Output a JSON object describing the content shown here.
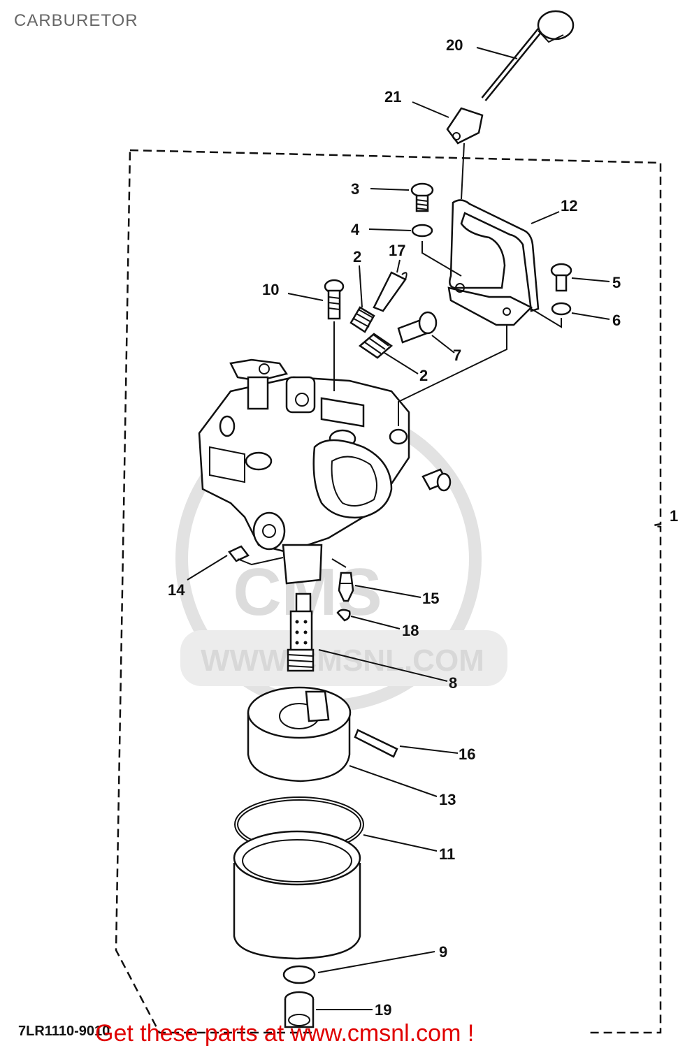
{
  "page": {
    "title": "CARBURETOR"
  },
  "diagram": {
    "callouts": [
      {
        "id": "20",
        "label": "20"
      },
      {
        "id": "21",
        "label": "21"
      },
      {
        "id": "3",
        "label": "3"
      },
      {
        "id": "4",
        "label": "4"
      },
      {
        "id": "12",
        "label": "12"
      },
      {
        "id": "2a",
        "label": "2"
      },
      {
        "id": "17",
        "label": "17"
      },
      {
        "id": "10",
        "label": "10"
      },
      {
        "id": "5",
        "label": "5"
      },
      {
        "id": "6",
        "label": "6"
      },
      {
        "id": "7",
        "label": "7"
      },
      {
        "id": "2b",
        "label": "2"
      },
      {
        "id": "1",
        "label": "1"
      },
      {
        "id": "14",
        "label": "14"
      },
      {
        "id": "15",
        "label": "15"
      },
      {
        "id": "18",
        "label": "18"
      },
      {
        "id": "8",
        "label": "8"
      },
      {
        "id": "16",
        "label": "16"
      },
      {
        "id": "13",
        "label": "13"
      },
      {
        "id": "11",
        "label": "11"
      },
      {
        "id": "9",
        "label": "9"
      },
      {
        "id": "19",
        "label": "19"
      }
    ],
    "diagram_code": "7LR1110-9010",
    "watermark_url": "WWW.CMSNL.COM",
    "watermark_logo": "CMS",
    "banner": "Get these parts at www.cmsnl.com !",
    "colors": {
      "banner": "#e00000",
      "watermark": "#d8d8d8",
      "line": "#111111",
      "title": "#666666"
    }
  }
}
